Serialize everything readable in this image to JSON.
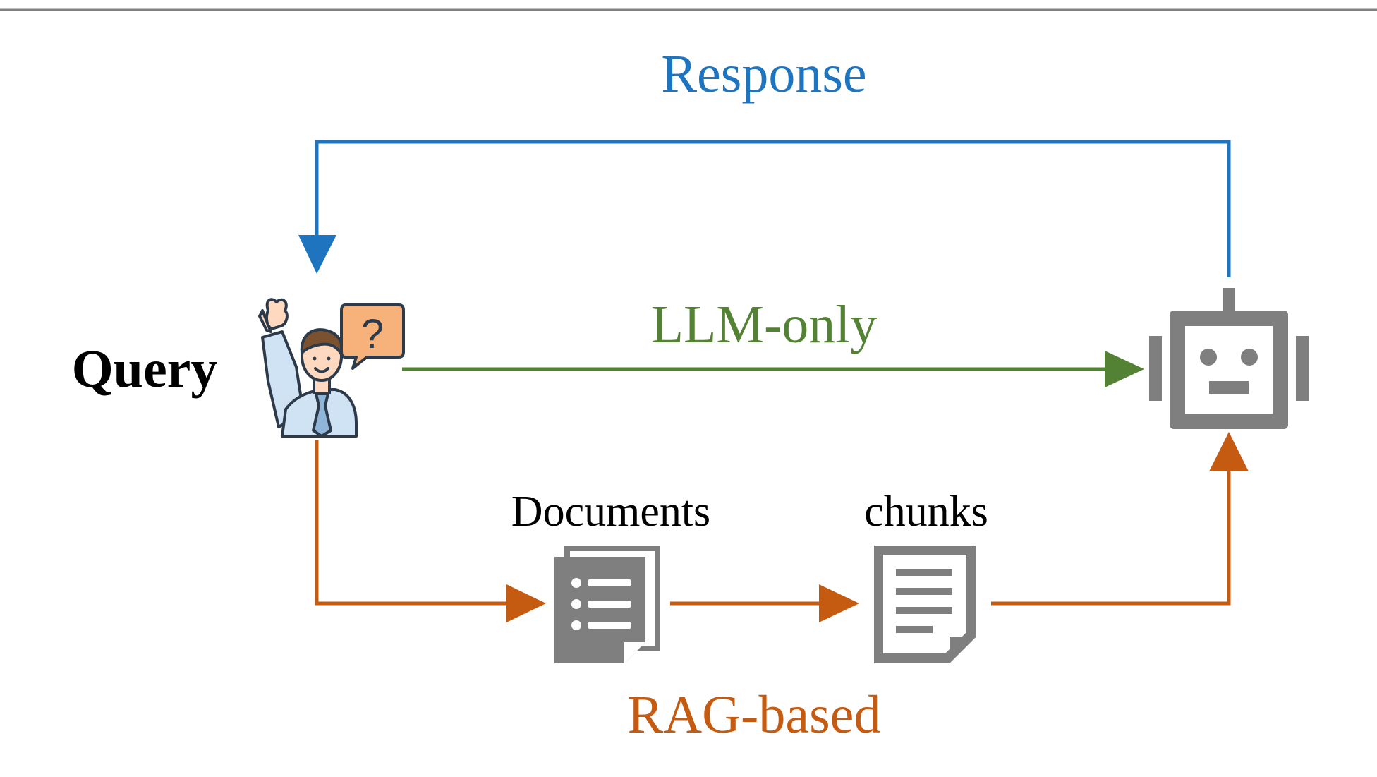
{
  "labels": {
    "response": "Response",
    "llm_only": "LLM-only",
    "query": "Query",
    "documents": "Documents",
    "chunks": "chunks",
    "rag_based": "RAG-based",
    "question_mark": "?"
  },
  "colors": {
    "response": "#1f74bf",
    "llm_only": "#548235",
    "rag_based": "#c55a11",
    "text": "#000000",
    "icon_gray": "#7f7f7f",
    "top_rule": "#808080"
  },
  "icons": {
    "user": "user-asking-question-icon",
    "robot": "robot-llm-icon",
    "documents": "documents-stack-icon",
    "chunk": "text-chunk-document-icon"
  }
}
